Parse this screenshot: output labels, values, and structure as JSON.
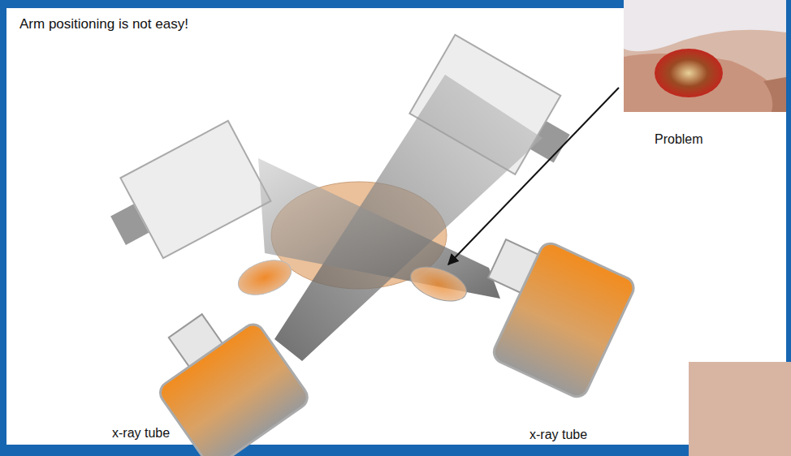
{
  "diagram": {
    "title": "Arm positioning is not easy!",
    "labels": [
      "Problem",
      "x-ray tube",
      "x-ray tube"
    ]
  }
}
